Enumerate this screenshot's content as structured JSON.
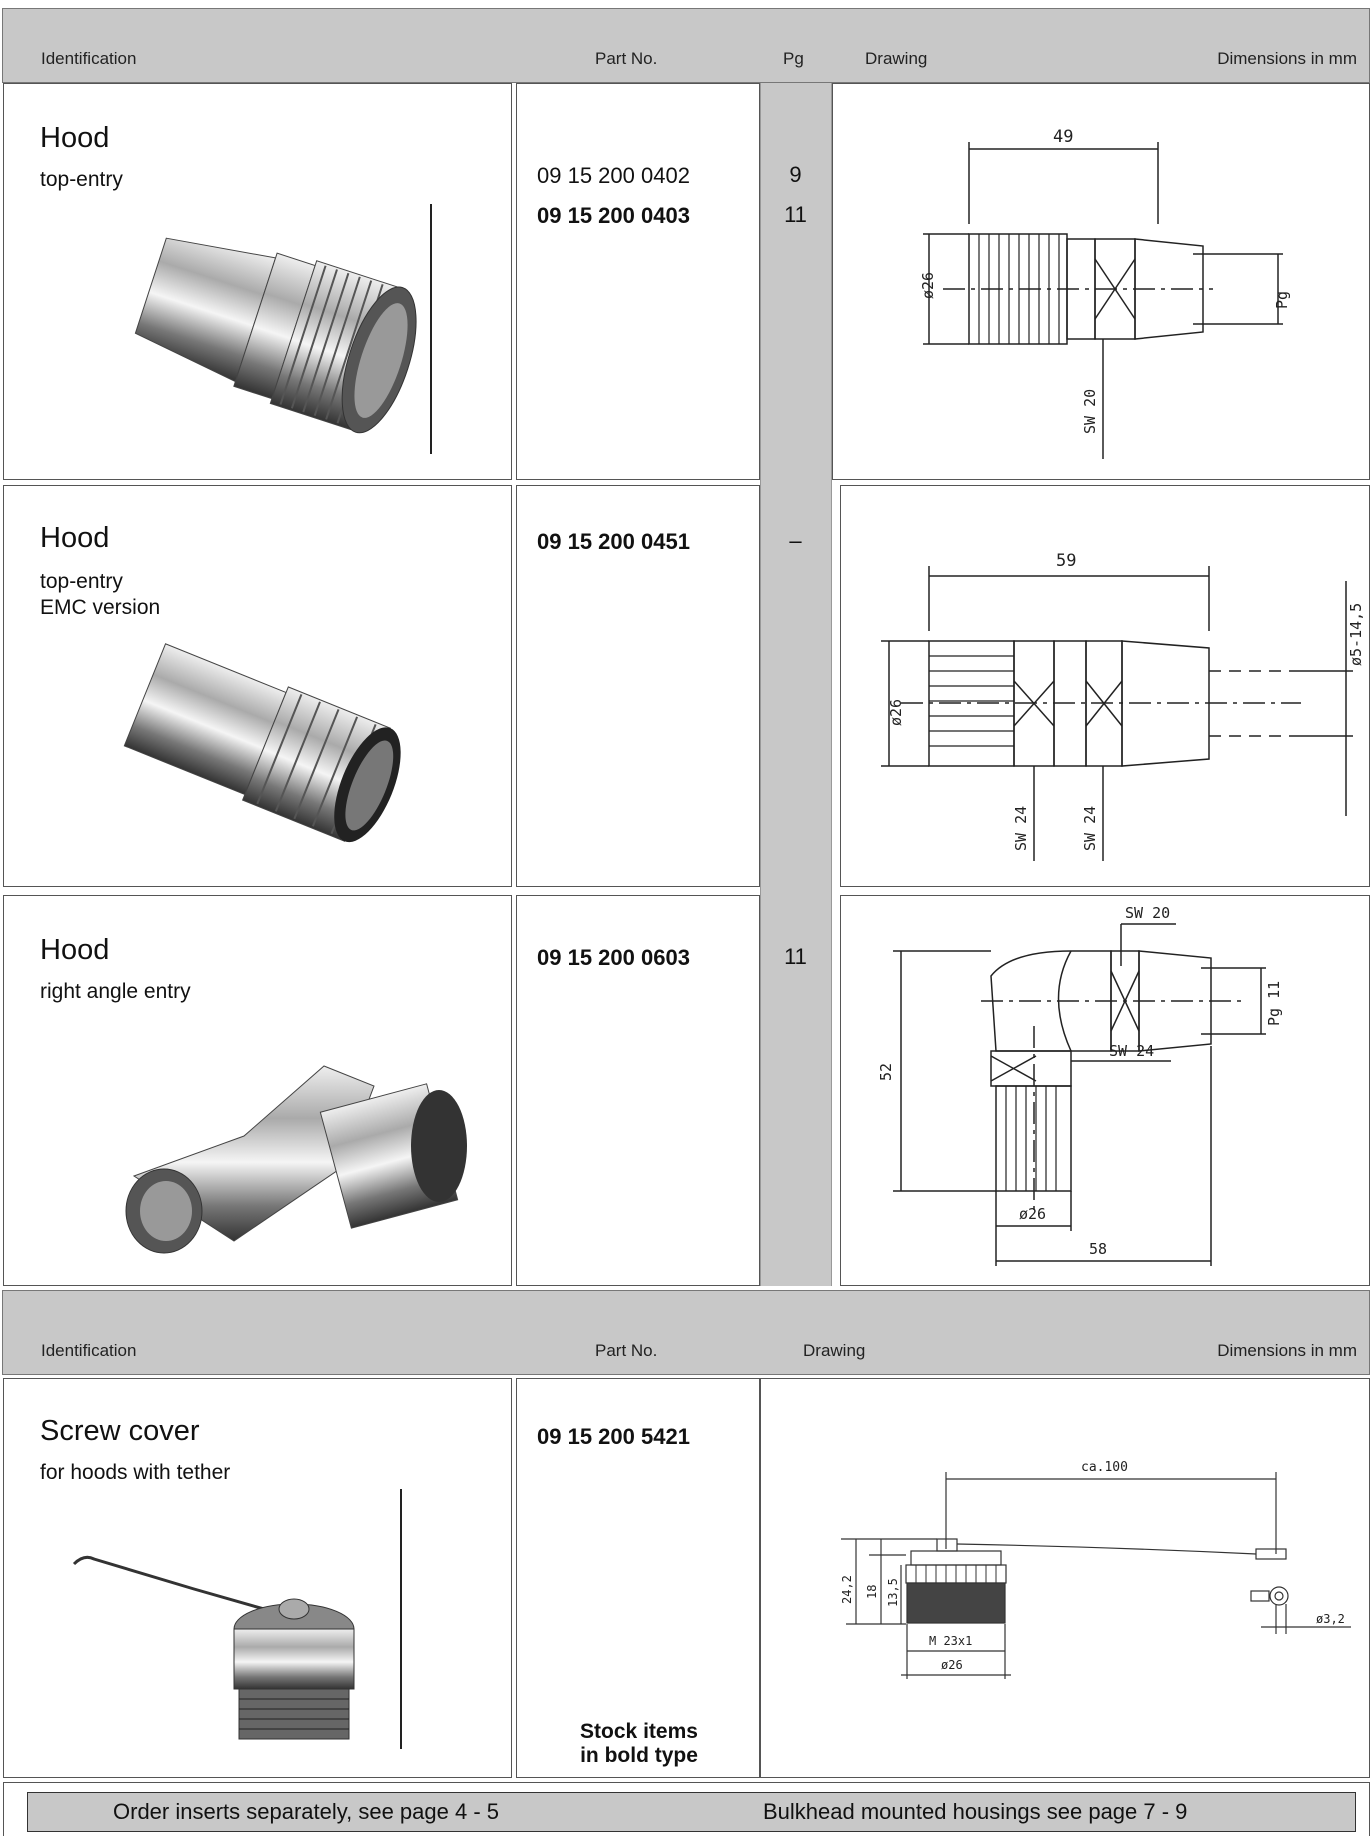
{
  "header1": {
    "identification": "Identification",
    "part_no": "Part No.",
    "pg": "Pg",
    "drawing": "Drawing",
    "dimensions": "Dimensions in mm"
  },
  "rows": [
    {
      "title": "Hood",
      "sub": [
        "top-entry"
      ],
      "parts": [
        {
          "no": "09 15 200 0402",
          "pg": "9",
          "bold": false
        },
        {
          "no": "09 15 200 0403",
          "pg": "11",
          "bold": true
        }
      ],
      "dims": {
        "length": "49",
        "dia": "ø26",
        "pg": "Pg",
        "sw": "SW 20"
      }
    },
    {
      "title": "Hood",
      "sub": [
        "top-entry",
        "EMC version"
      ],
      "parts": [
        {
          "no": "09 15 200 0451",
          "pg": "–",
          "bold": true
        }
      ],
      "dims": {
        "length": "59",
        "dia": "ø26",
        "cable": "ø5-14,5",
        "sw1": "SW 24",
        "sw2": "SW 24"
      }
    },
    {
      "title": "Hood",
      "sub": [
        "right angle entry"
      ],
      "parts": [
        {
          "no": "09 15 200 0603",
          "pg": "11",
          "bold": true
        }
      ],
      "dims": {
        "sw_top": "SW 20",
        "pg": "Pg 11",
        "height": "52",
        "sw_side": "SW 24",
        "dia": "ø26",
        "length": "58"
      }
    }
  ],
  "header2": {
    "identification": "Identification",
    "part_no": "Part No.",
    "drawing": "Drawing",
    "dimensions": "Dimensions in mm"
  },
  "cover": {
    "title": "Screw cover",
    "sub": "for hoods with tether",
    "part_no": "09 15 200 5421",
    "note1": "Stock items",
    "note2": "in bold type",
    "dims": {
      "length": "ca.100",
      "h1": "24,2",
      "h2": "18",
      "h3": "13,5",
      "thread": "M 23x1",
      "dia": "ø26",
      "hole": "ø3,2"
    }
  },
  "footer": {
    "left": "Order inserts separately,  see page 4 - 5",
    "right": "Bulkhead mounted housings see page 7 - 9"
  }
}
